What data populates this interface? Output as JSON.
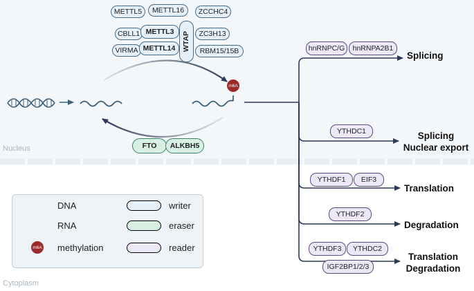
{
  "regions": {
    "nucleus": "Nucleus",
    "cytoplasm": "Cytoplasm"
  },
  "writers": {
    "mettl5": "METTL5",
    "mettl16": "METTL16",
    "zcchc4": "ZCCHC4",
    "cbll1": "CBLL1",
    "mettl3": "METTL3",
    "zc3h13": "ZC3H13",
    "virma": "VIRMA",
    "mettl14": "METTL14",
    "rbm15": "RBM15/15B",
    "wtap": "WTAP"
  },
  "erasers": {
    "fto": "FTO",
    "alkbh5": "ALKBH5"
  },
  "mark": "m6A",
  "readers": {
    "hnrnpc": "hnRNPC/G",
    "hnrnpa2b1": "hnRNPA2B1",
    "ythdc1": "YTHDC1",
    "ythdf1": "YTHDF1",
    "eif3": "EIF3",
    "ythdf2": "YTHDF2",
    "ythdf3": "YTHDF3",
    "ythdc2": "YTHDC2",
    "igf2bp": "IGF2BP1/2/3"
  },
  "outcomes": {
    "splicing": "Splicing",
    "splicing_export_1": "Splicing",
    "splicing_export_2": "Nuclear export",
    "translation": "Translation",
    "degradation": "Degradation",
    "trans_degr_1": "Translation",
    "trans_degr_2": "Degradation"
  },
  "legend": {
    "dna": "DNA",
    "rna": "RNA",
    "methylation": "methylation",
    "writer": "writer",
    "eraser": "eraser",
    "reader": "reader",
    "m6a": "m6A"
  },
  "colors": {
    "writer_fill": "#e6f0f8",
    "writer_stroke": "#456c8c",
    "eraser_fill": "#d8efe4",
    "eraser_stroke": "#3f7f6a",
    "reader_fill": "#ece8f5",
    "reader_stroke": "#5b4a80",
    "m6a": "#9b2a2a",
    "strand": "#3d6079",
    "arrow": "#2d3a55"
  }
}
